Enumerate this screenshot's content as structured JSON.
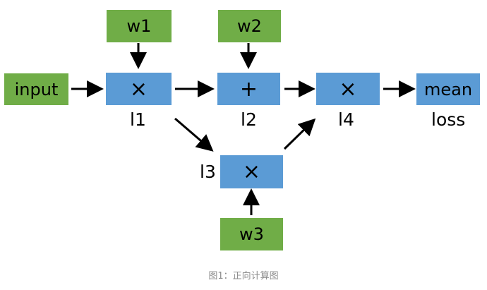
{
  "nodes": {
    "w1": "w1",
    "w2": "w2",
    "w3": "w3",
    "input": "input",
    "mean": "mean",
    "l1_op": "×",
    "l2_op": "+",
    "l3_op": "×",
    "l4_op": "×"
  },
  "labels": {
    "l1": "l1",
    "l2": "l2",
    "l3": "l3",
    "l4": "l4",
    "loss": "loss"
  },
  "caption": "图1：正向计算图",
  "colors": {
    "input_node": "#70ad47",
    "op_node": "#5b9bd5"
  }
}
